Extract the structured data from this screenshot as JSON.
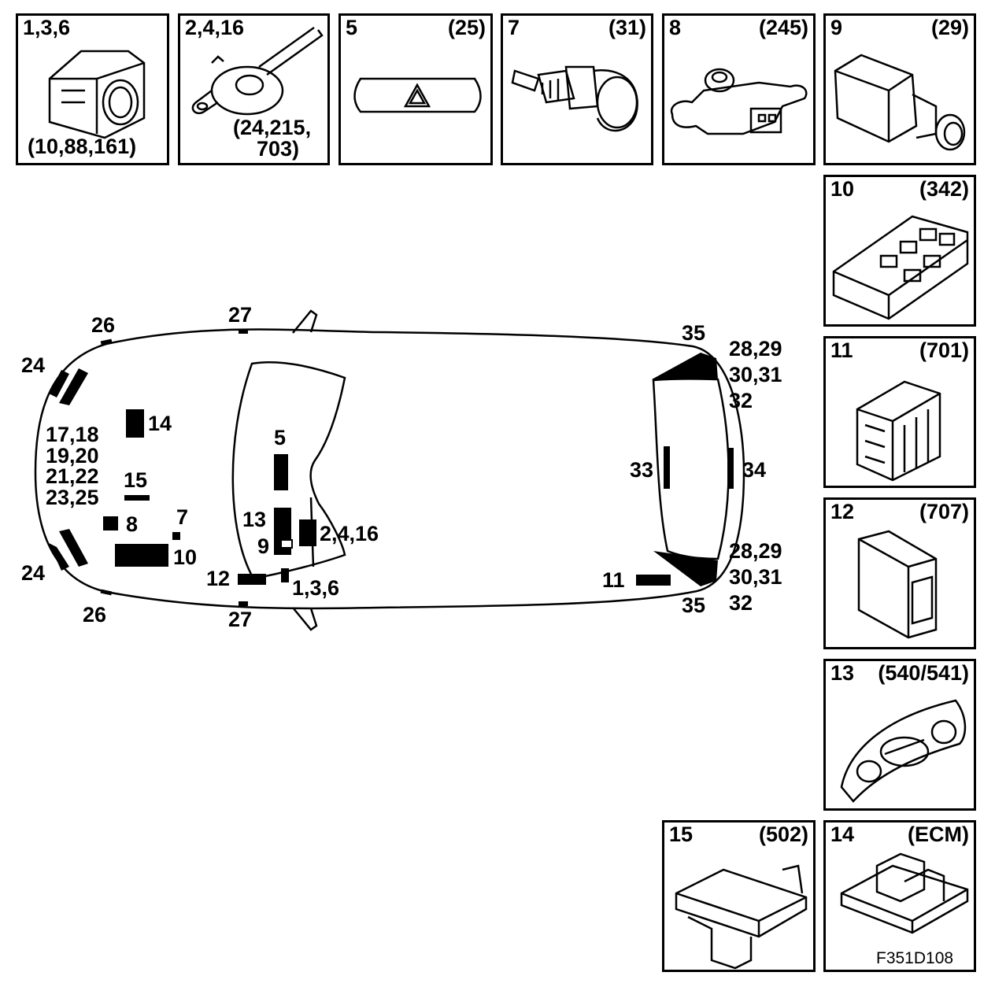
{
  "parts": {
    "p1": {
      "num": "1,3,6",
      "code": "(10,88,161)"
    },
    "p2": {
      "num": "2,4,16",
      "code": "(24,215,",
      "code_b": "703)"
    },
    "p5": {
      "num": "5",
      "code": "(25)"
    },
    "p7": {
      "num": "7",
      "code": "(31)"
    },
    "p8": {
      "num": "8",
      "code": "(245)"
    },
    "p9": {
      "num": "9",
      "code": "(29)"
    },
    "p10": {
      "num": "10",
      "code": "(342)"
    },
    "p11": {
      "num": "11",
      "code": "(701)"
    },
    "p12": {
      "num": "12",
      "code": "(707)"
    },
    "p13": {
      "num": "13",
      "code": "(540/541)"
    },
    "p15": {
      "num": "15",
      "code": "(502)"
    },
    "p14": {
      "num": "14",
      "code": "(ECM)"
    }
  },
  "car_labels": {
    "l26_top": "26",
    "l27_top": "27",
    "l24_top": "24",
    "l35_top": "35",
    "l28_top": "28,29",
    "l30_top": "30,31",
    "l32_top": "32",
    "l14": "14",
    "l17": "17,18",
    "l19": "19,20",
    "l21": "21,22",
    "l23": "23,25",
    "l15": "15",
    "l8": "8",
    "l7": "7",
    "l10": "10",
    "l24_bot": "24",
    "l26_bot": "26",
    "l27_bot": "27",
    "l5": "5",
    "l13": "13",
    "l9": "9",
    "l2": "2,4,16",
    "l12": "12",
    "l1": "1,3,6",
    "l33": "33",
    "l34": "34",
    "l11": "11",
    "l35_bot": "35",
    "l28_bot": "28,29",
    "l30_bot": "30,31",
    "l32_bot": "32"
  },
  "figure_ref": "F351D108"
}
